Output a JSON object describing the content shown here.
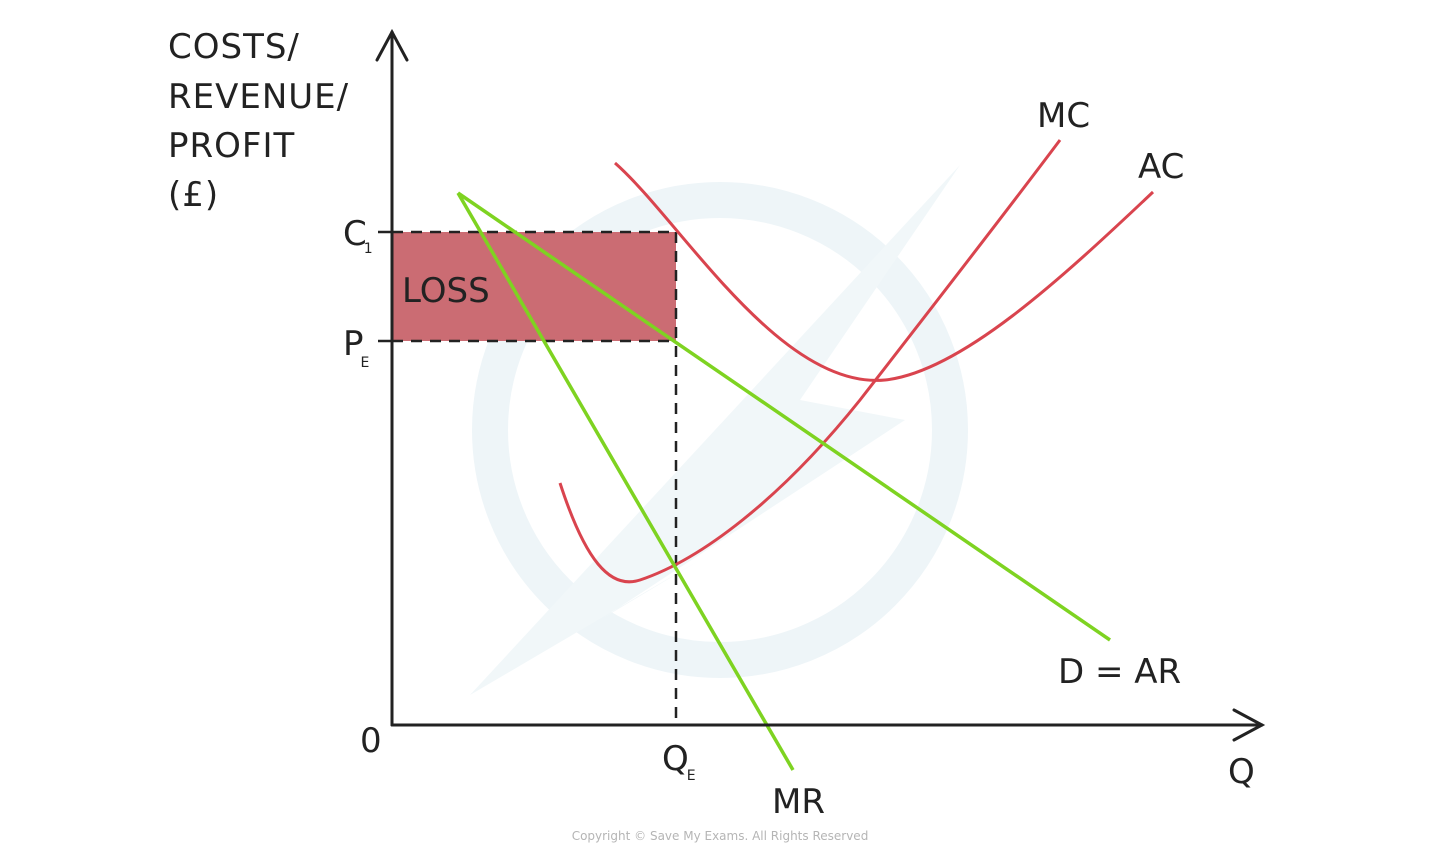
{
  "y_axis_label": [
    "COSTS/",
    "REVENUE/",
    "PROFIT",
    "(£)"
  ],
  "x_axis_label": "Q",
  "origin_label": "0",
  "y_ticks": [
    {
      "letter": "C",
      "subscript": "1"
    },
    {
      "letter": "P",
      "subscript": "E"
    }
  ],
  "x_ticks": [
    {
      "letter": "Q",
      "subscript": "E"
    }
  ],
  "region_label": "LOSS",
  "curve_labels": {
    "mc": "MC",
    "ac": "AC",
    "demand": "D = AR",
    "mr": "MR"
  },
  "copyright": "Copyright © Save My Exams. All Rights Reserved",
  "colors": {
    "cost_curves": "#d9444e",
    "revenue_curves": "#7ed321",
    "loss_fill": "#c8646c",
    "axes": "#222222",
    "watermark": "#eaf3f7"
  }
}
